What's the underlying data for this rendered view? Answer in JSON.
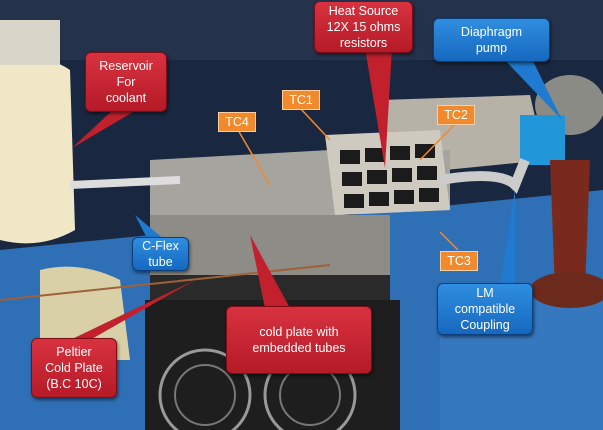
{
  "callouts": {
    "reservoir": [
      "Reservoir",
      "For",
      "coolant"
    ],
    "heat_source": [
      "Heat Source",
      "12X 15 ohms",
      "resistors"
    ],
    "diaphragm_pump": [
      "Diaphragm",
      "pump"
    ],
    "c_flex": [
      "C-Flex",
      "tube"
    ],
    "lm_coupling": [
      "LM",
      "compatible",
      "Coupling"
    ],
    "peltier": [
      "Peltier",
      "Cold Plate",
      "(B.C 10C)"
    ],
    "cold_plate": [
      "cold plate with",
      "embedded tubes"
    ]
  },
  "thermocouples": {
    "tc1": "TC1",
    "tc2": "TC2",
    "tc3": "TC3",
    "tc4": "TC4"
  },
  "colors": {
    "red_label": "#c8222f",
    "blue_label": "#1f7ad0",
    "orange_label": "#f08a2c"
  }
}
